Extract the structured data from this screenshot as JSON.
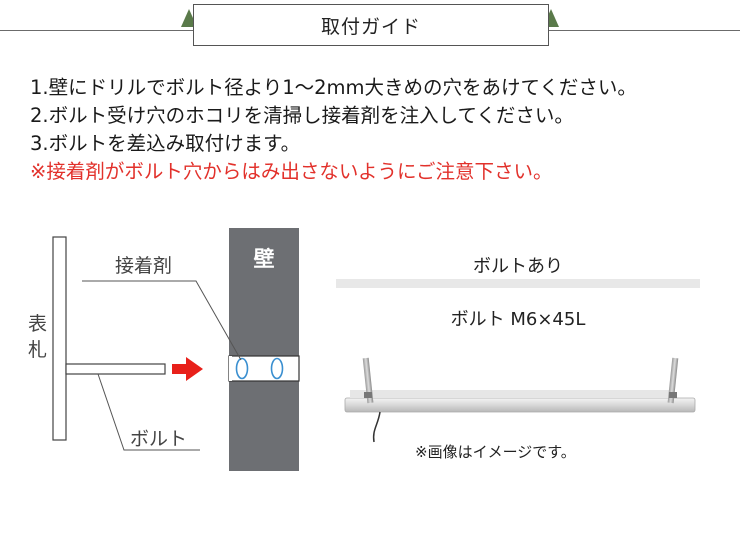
{
  "header": {
    "title": "取付ガイド"
  },
  "instructions": [
    "1.壁にドリルでボルト径より1～2mm大きめの穴をあけてください。",
    "2.ボルト受け穴のホコリを清掃し接着剤を注入してください。",
    "3.ボルトを差込み取付けます。"
  ],
  "warning": "※接着剤がボルト穴からはみ出さないようにご注意下さい。",
  "diagram": {
    "adhesive_label": "接着剤",
    "wall_label": "壁",
    "plate_label": "表札",
    "bolt_label": "ボルト"
  },
  "bolt_info": {
    "title": "ボルトあり",
    "size": "ボルト M6×45L",
    "note": "※画像はイメージです。"
  },
  "colors": {
    "accent_green": "#5a7a4a",
    "warning_red": "#e2312b",
    "arrow_red": "#e8201a",
    "wall_gray": "#6d6f73"
  }
}
